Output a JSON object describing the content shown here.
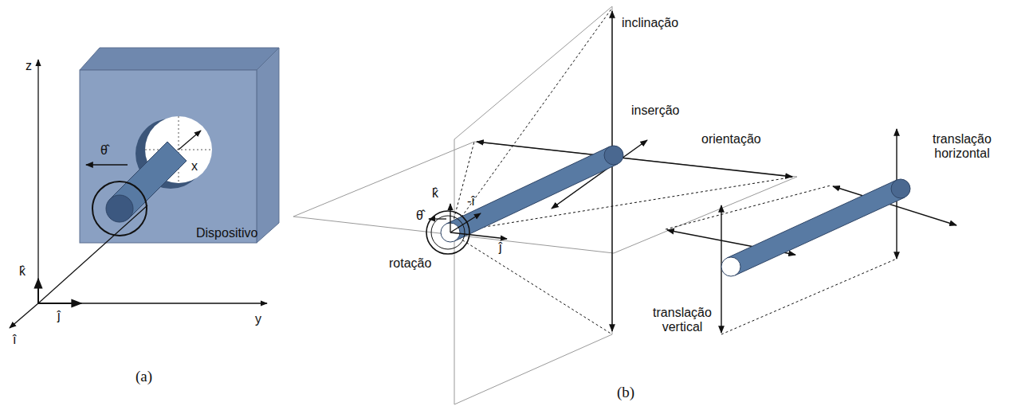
{
  "diagram": {
    "labels": [
      "z",
      "x",
      "θ̂",
      "k̂",
      "î",
      "ĵ",
      "y",
      "Dispositivo",
      "(a)",
      "inclinação",
      "inserção",
      "orientação",
      "translação horizontal",
      "k̂",
      "θ̂",
      "-î",
      "ĵ",
      "rotação",
      "translação vertical",
      "(b)"
    ]
  }
}
